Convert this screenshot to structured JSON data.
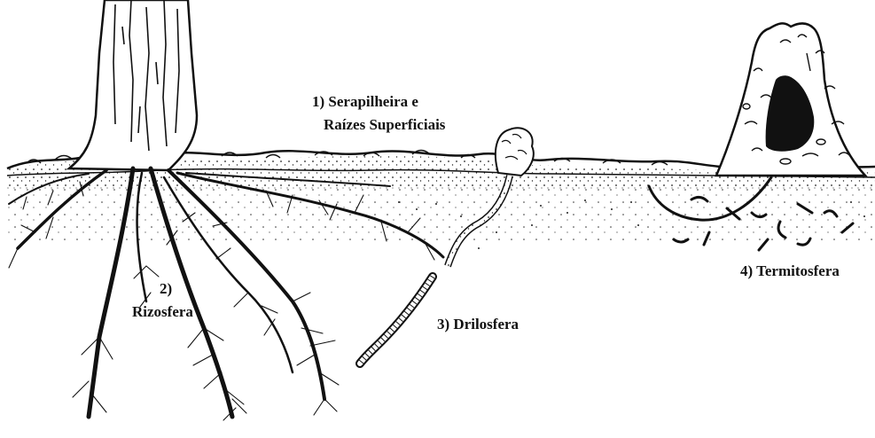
{
  "diagram": {
    "labels": {
      "serapilheira_line1": "1) Serapilheira e",
      "serapilheira_line2": "Raízes Superficiais",
      "rizosfera_number": "2)",
      "rizosfera_name": "Rizosfera",
      "drilosfera": "3) Drilosfera",
      "termitosfera": "4) Termitosfera"
    }
  },
  "colors": {
    "ink": "#111111",
    "background": "#ffffff"
  }
}
